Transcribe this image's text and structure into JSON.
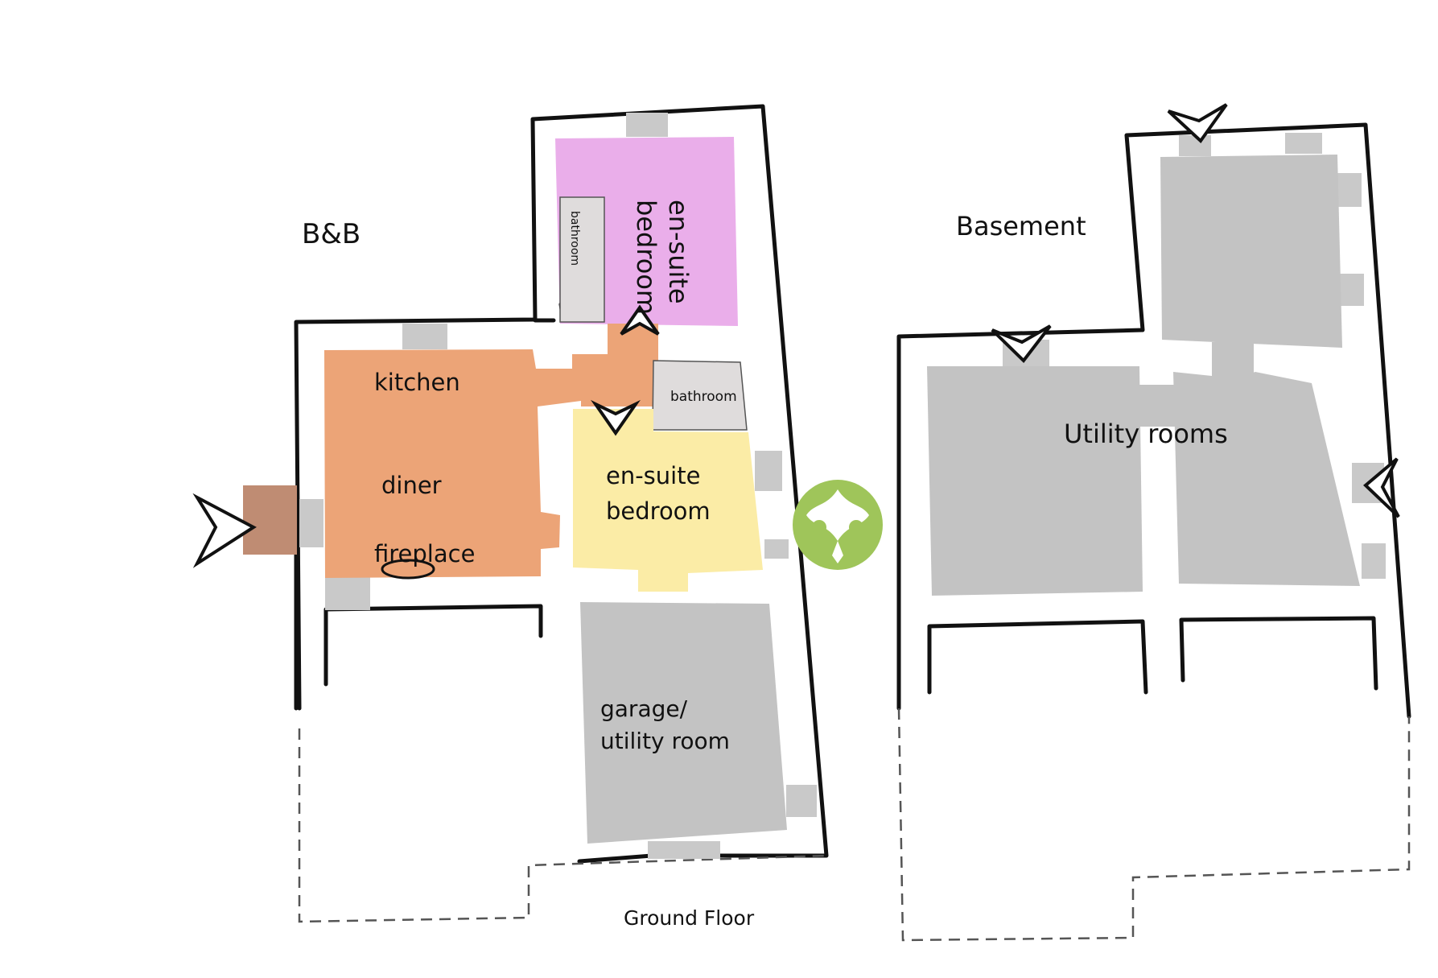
{
  "titles": {
    "bnb": "B&B",
    "basement": "Basement",
    "ground_floor": "Ground Floor"
  },
  "rooms": {
    "ensuite_upper_line1": "en-suite",
    "ensuite_upper_line2": "bedroom",
    "bathroom_upper": "bathroom",
    "kitchen": "kitchen",
    "diner": "diner",
    "fireplace": "fireplace",
    "bathroom_mid": "bathroom",
    "ensuite_mid_line1": "en-suite",
    "ensuite_mid_line2": "bedroom",
    "garage_line1": "garage/",
    "garage_line2": "utility room",
    "utility_rooms": "Utility rooms"
  },
  "colors": {
    "ensuite_upper": "#eaaeea",
    "kitchen": "#eca477",
    "ensuite_mid": "#fbeca6",
    "bathroom": "#dfdcdc",
    "garage": "#c3c3c3",
    "utility": "#c3c3c3",
    "entrance": "#bf8c73",
    "window": "#c9c9c9",
    "logo": "#9fc55a"
  }
}
